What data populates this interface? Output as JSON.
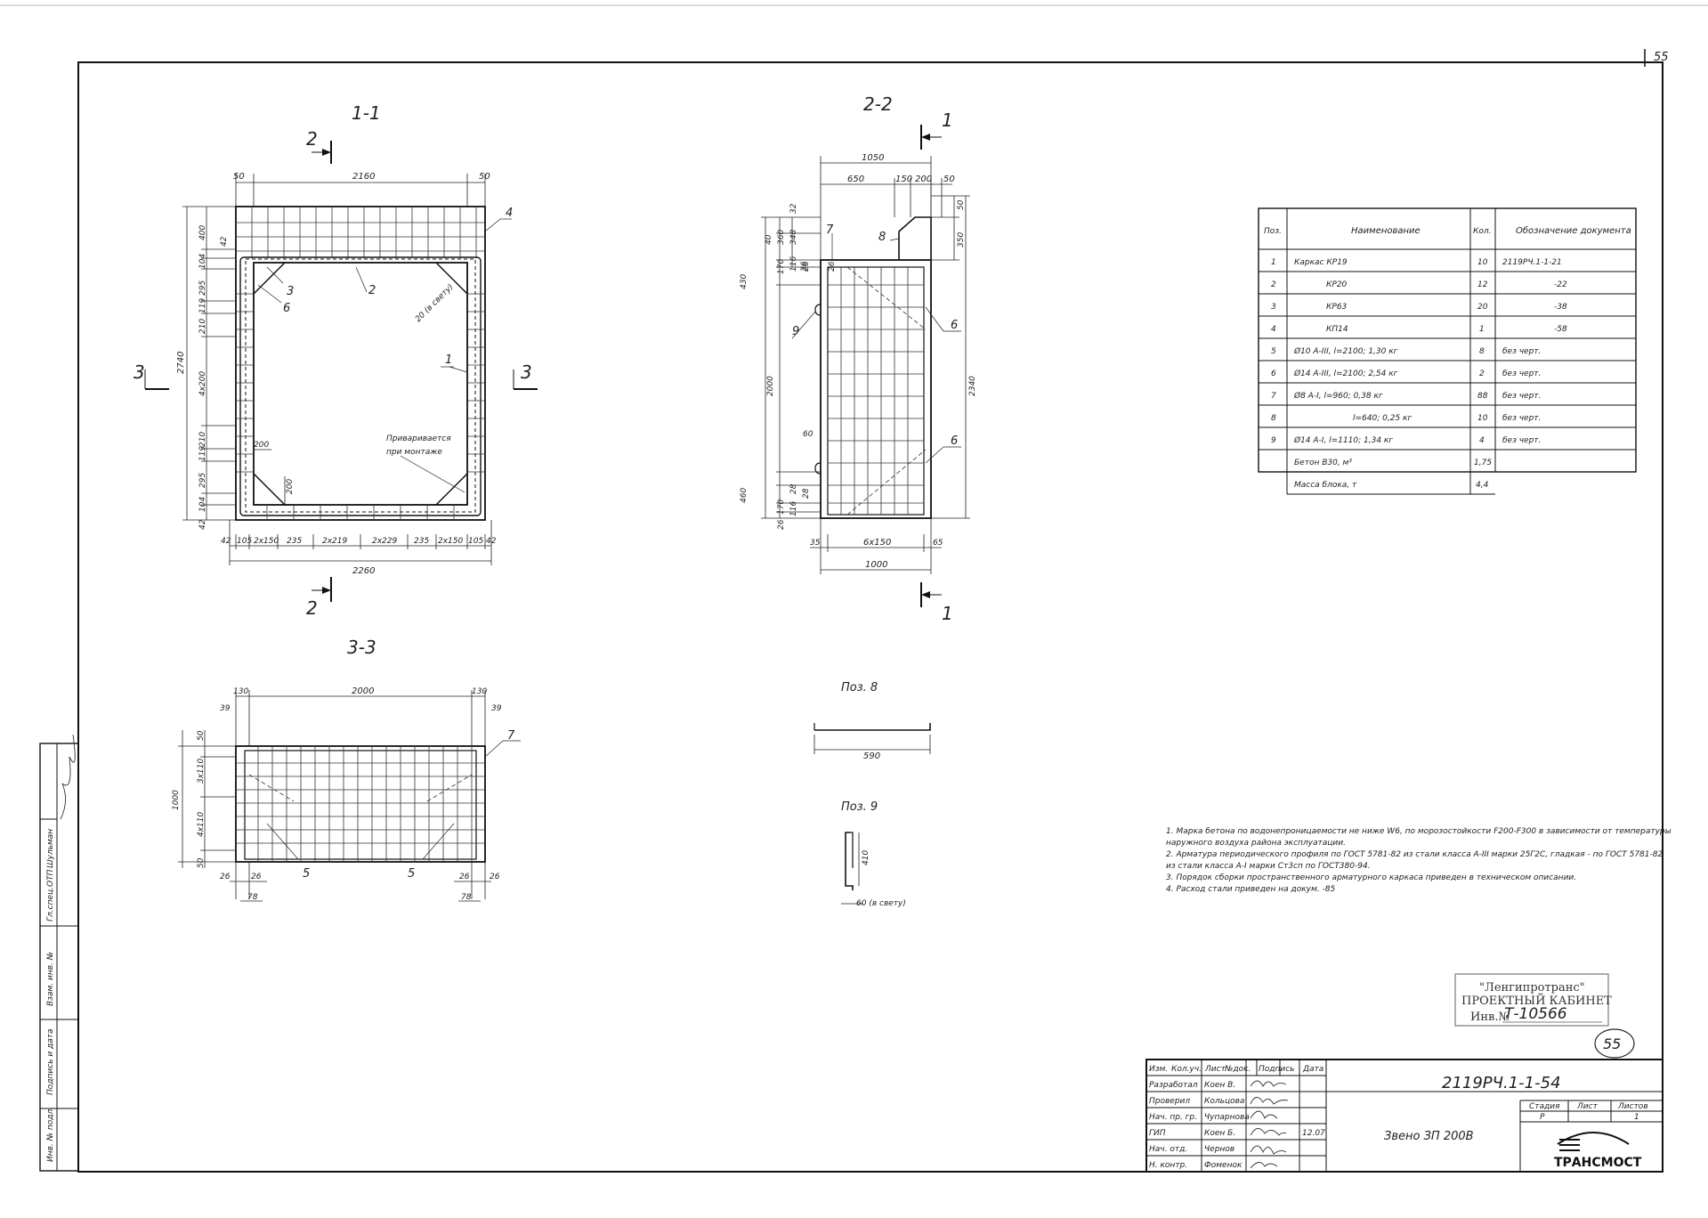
{
  "sheet": {
    "number": "55",
    "circled_number": "55"
  },
  "views": {
    "v11": {
      "title": "1-1",
      "cut2_top": "2",
      "cut2_bottom": "2",
      "cut3_left": "3",
      "cut3_right": "3",
      "dims_top": [
        "50",
        "2160",
        "50"
      ],
      "dims_bottom": [
        "42",
        "105",
        "2x150",
        "235",
        "2x219",
        "2x229",
        "235",
        "2x150",
        "105",
        "42"
      ],
      "overall_bottom": "2260",
      "dims_left": [
        "400",
        "42",
        "104",
        "295",
        "119",
        "210",
        "4x200",
        "210",
        "119",
        "295",
        "104",
        "42"
      ],
      "overall_left": "2740",
      "inner_dims": [
        "200",
        "200"
      ],
      "diag_note": "20 (в свету)",
      "weld_note_1": "Приваривается",
      "weld_note_2": "при монтаже",
      "callouts": [
        "1",
        "2",
        "3",
        "4",
        "6"
      ]
    },
    "v22": {
      "title": "2-2",
      "cut1_top": "1",
      "cut1_bottom": "1",
      "dims_top_overall": "1050",
      "dims_top": [
        "650",
        "150",
        "200",
        "50"
      ],
      "dims_left": [
        "32",
        "348",
        "360",
        "40",
        "170",
        "116",
        "26",
        "430",
        "2000",
        "460",
        "28",
        "170",
        "116",
        "26"
      ],
      "dims_right": [
        "50",
        "350",
        "2340"
      ],
      "dims_bottom": [
        "35",
        "6x150",
        "65"
      ],
      "overall_bottom": "1000",
      "inner_dims": [
        "26",
        "26",
        "60",
        "28"
      ],
      "callouts": [
        "6",
        "6",
        "7",
        "8",
        "9"
      ]
    },
    "v33": {
      "title": "3-3",
      "dims_top": [
        "130",
        "2000",
        "130"
      ],
      "dims_side": [
        "39",
        "39"
      ],
      "dims_left": [
        "50",
        "3x110",
        "1000",
        "4x110",
        "50"
      ],
      "dims_bottom": [
        "26",
        "26",
        "26",
        "26"
      ],
      "dims_78": [
        "78",
        "78"
      ],
      "callouts": [
        "5",
        "5",
        "7"
      ]
    },
    "pos8": {
      "title": "Поз. 8",
      "dim": "590"
    },
    "pos9": {
      "title": "Поз. 9",
      "dim_h": "410",
      "dim_w": "60 (в свету)"
    }
  },
  "spec_table": {
    "headers": [
      "Поз.",
      "Наименование",
      "Кол.",
      "Обозначение документа"
    ],
    "rows": [
      [
        "1",
        "Каркас КР19",
        "10",
        "2119РЧ.1-1-21"
      ],
      [
        "2",
        "КР20",
        "12",
        "-22"
      ],
      [
        "3",
        "КР63",
        "20",
        "-38"
      ],
      [
        "4",
        "КП14",
        "1",
        "-58"
      ],
      [
        "5",
        "Ø10 A-III, l=2100; 1,30 кг",
        "8",
        "без черт."
      ],
      [
        "6",
        "Ø14 A-III, l=2100; 2,54 кг",
        "2",
        "без черт."
      ],
      [
        "7",
        "Ø8 A-I, l=960; 0,38 кг",
        "88",
        "без черт."
      ],
      [
        "8",
        "l=640; 0,25 кг",
        "10",
        "без черт."
      ],
      [
        "9",
        "Ø14 A-I, l=1110; 1,34 кг",
        "4",
        "без черт."
      ],
      [
        "",
        "Бетон В30, м³",
        "1,75",
        ""
      ],
      [
        "",
        "Масса блока, т",
        "4,4",
        ""
      ]
    ]
  },
  "notes": [
    "1. Марка бетона по водонепроницаемости не ниже W6, по морозостойкости F200-F300 в зависимости от температуры",
    "наружного воздуха района эксплуатации.",
    "2. Арматура периодического профиля по ГОСТ 5781-82 из стали класса А-III марки 25Г2С, гладкая - по ГОСТ 5781-82",
    "из стали класса А-I марки Ст3сп по ГОСТ380-94.",
    "3. Порядок сборки пространственного арматурного каркаса приведен в техническом описании.",
    "4. Расход стали приведен на докум. -85"
  ],
  "stamp": {
    "line1": "\"Ленгипротранс\"",
    "line2": "ПРОЕКТНЫЙ КАБИНЕТ",
    "line3_prefix": "Инв.№",
    "line3_number": "Т-10566"
  },
  "title_block": {
    "header": [
      "Изм.",
      "Кол.уч.",
      "Лист",
      "№док.",
      "Подпись",
      "Дата"
    ],
    "roles": [
      [
        "Разработал",
        "Коен В."
      ],
      [
        "Проверил",
        "Кольцова"
      ],
      [
        "Нач. пр. гр.",
        "Чупарнова"
      ],
      [
        "ГИП",
        "Коен Б."
      ],
      [
        "Нач. отд.",
        "Чернов"
      ],
      [
        "Н. контр.",
        "Фоменок"
      ]
    ],
    "date": "12.07",
    "doc_code": "2119РЧ.1-1-54",
    "title": "Звено ЗП 200В",
    "stage_headers": [
      "Стадия",
      "Лист",
      "Листов"
    ],
    "stage_values": [
      "Р",
      "",
      "1"
    ],
    "logo_text": "ТРАНСМОСТ"
  },
  "side_strip": {
    "labels": [
      "Инв. № подл.",
      "Подпись и дата",
      "Взам. инв. №"
    ],
    "person_role": "Гл.спец.ОТП",
    "person_name": "Шульман"
  }
}
